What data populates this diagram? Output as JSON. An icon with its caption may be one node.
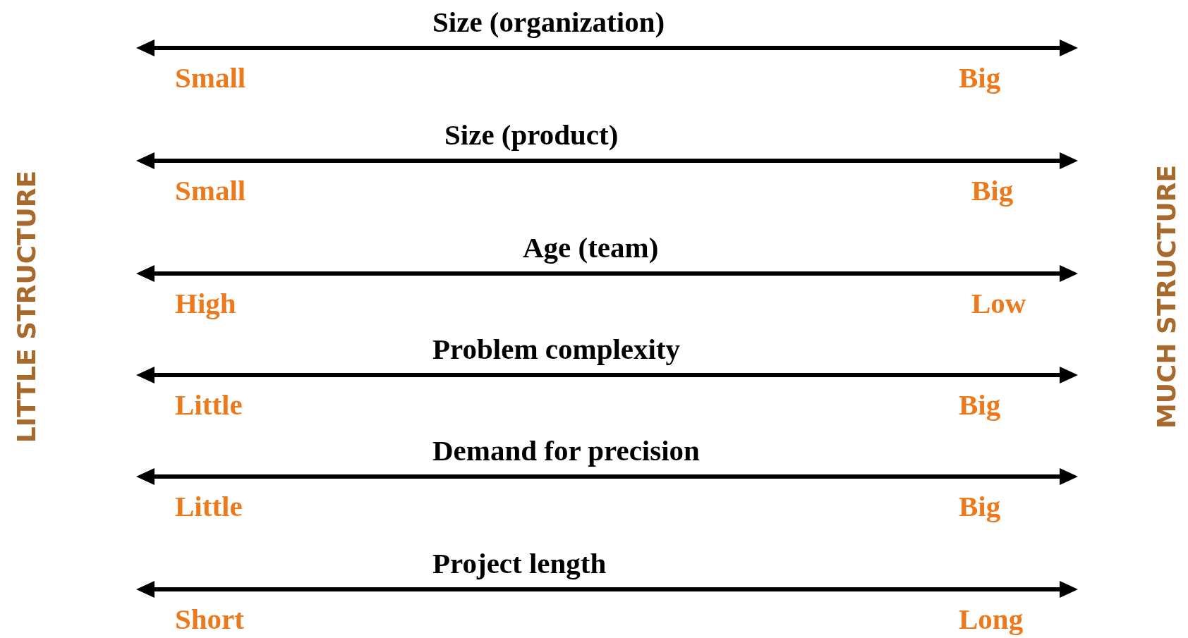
{
  "diagram": {
    "labels": [
      "Size (organization)",
      "Small",
      "Big",
      "Size (product)",
      "Small",
      "Big",
      "Age (team)",
      "High",
      "Low",
      "Problem complexity",
      "Little",
      "Big",
      "Demand for precision",
      "Little",
      "Big",
      "Project length",
      "Short",
      "Long",
      "LITTLE STRUCTURE",
      "MUCH STRUCTURE"
    ]
  }
}
